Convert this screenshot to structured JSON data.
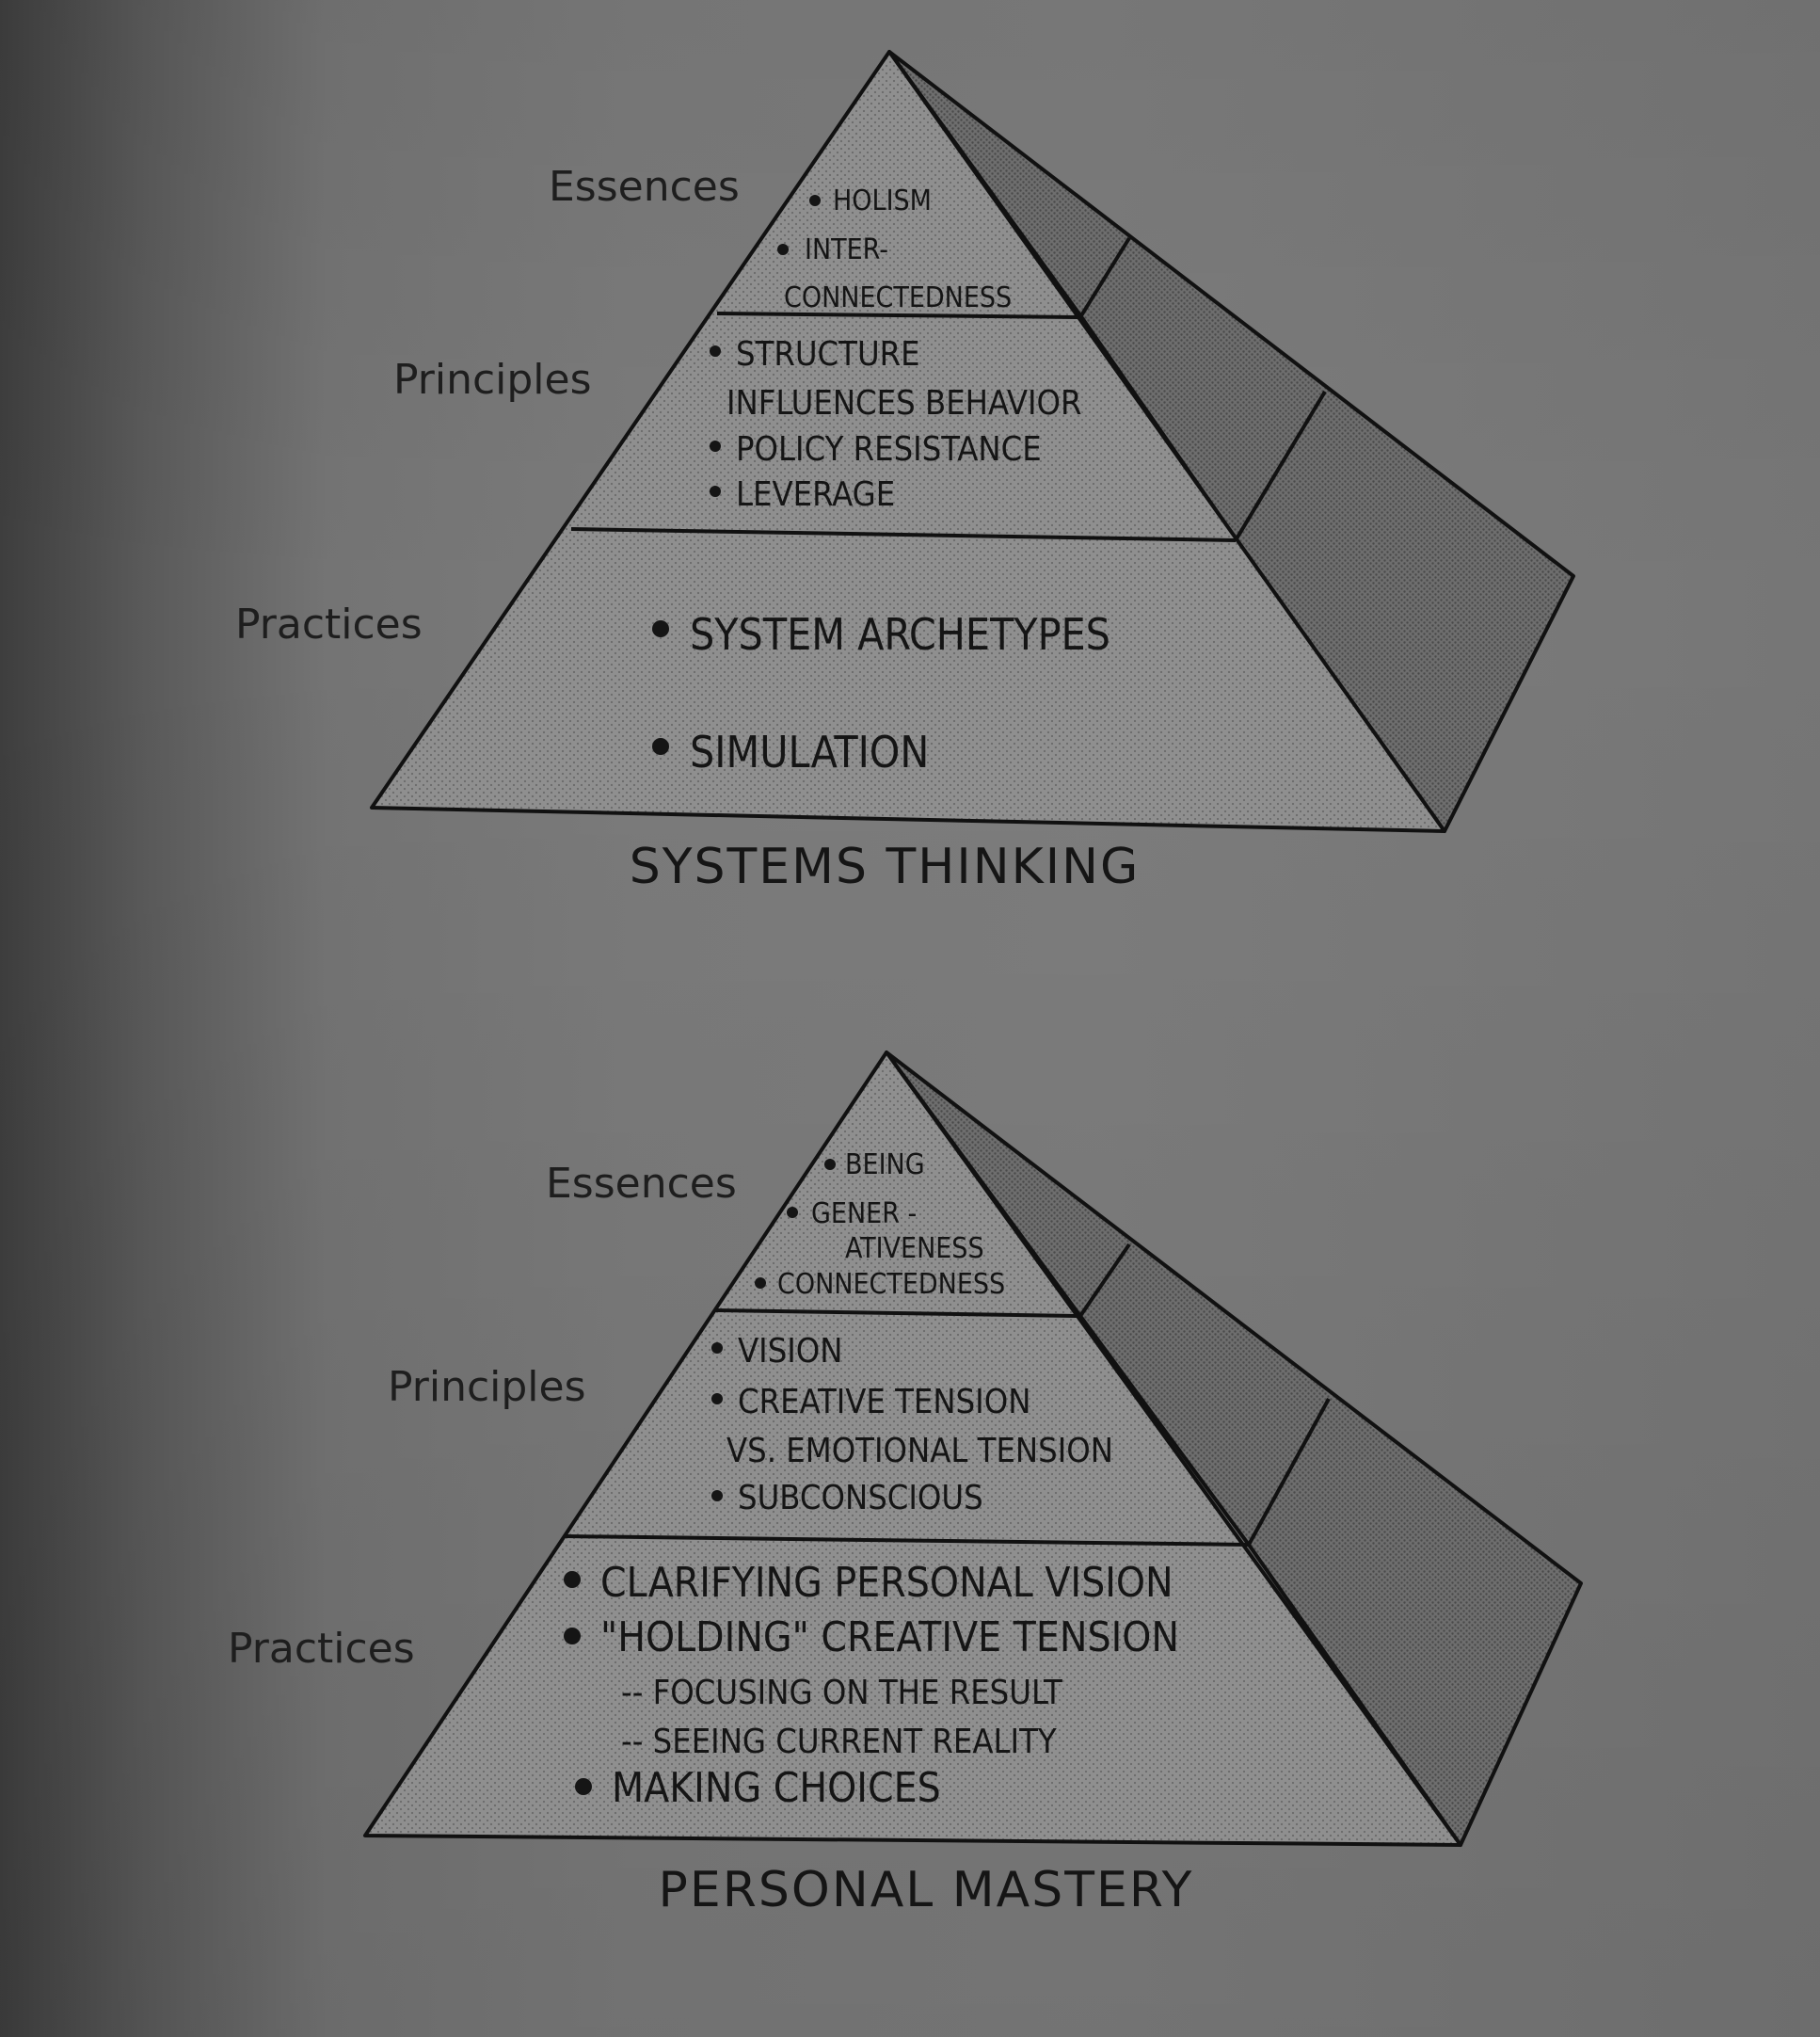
{
  "pyramids": [
    {
      "title": "SYSTEMS THINKING",
      "levels": [
        {
          "label": "Essences",
          "items": [
            {
              "bullet": true,
              "text": "HOLISM"
            },
            {
              "bullet": true,
              "text": "INTER-"
            },
            {
              "bullet": false,
              "text": "CONNECTEDNESS"
            }
          ]
        },
        {
          "label": "Principles",
          "items": [
            {
              "bullet": true,
              "text": "STRUCTURE"
            },
            {
              "bullet": false,
              "text": "INFLUENCES BEHAVIOR"
            },
            {
              "bullet": true,
              "text": "POLICY RESISTANCE"
            },
            {
              "bullet": true,
              "text": "LEVERAGE"
            }
          ]
        },
        {
          "label": "Practices",
          "items": [
            {
              "bullet": true,
              "text": "SYSTEM ARCHETYPES"
            },
            {
              "bullet": true,
              "text": "SIMULATION"
            }
          ]
        }
      ]
    },
    {
      "title": "PERSONAL MASTERY",
      "levels": [
        {
          "label": "Essences",
          "items": [
            {
              "bullet": true,
              "text": "BEING"
            },
            {
              "bullet": true,
              "text": "GENER -"
            },
            {
              "bullet": false,
              "text": "ATIVENESS"
            },
            {
              "bullet": true,
              "text": "CONNECTEDNESS"
            }
          ]
        },
        {
          "label": "Principles",
          "items": [
            {
              "bullet": true,
              "text": "VISION"
            },
            {
              "bullet": true,
              "text": "CREATIVE TENSION"
            },
            {
              "bullet": false,
              "text": "VS. EMOTIONAL TENSION"
            },
            {
              "bullet": true,
              "text": "SUBCONSCIOUS"
            }
          ]
        },
        {
          "label": "Practices",
          "items": [
            {
              "bullet": true,
              "text": "CLARIFYING PERSONAL VISION"
            },
            {
              "bullet": true,
              "text": "\"HOLDING\" CREATIVE TENSION"
            },
            {
              "bullet": false,
              "text": "-- FOCUSING ON THE RESULT"
            },
            {
              "bullet": false,
              "text": "-- SEEING CURRENT REALITY"
            },
            {
              "bullet": true,
              "text": "MAKING CHOICES"
            }
          ]
        }
      ]
    }
  ]
}
